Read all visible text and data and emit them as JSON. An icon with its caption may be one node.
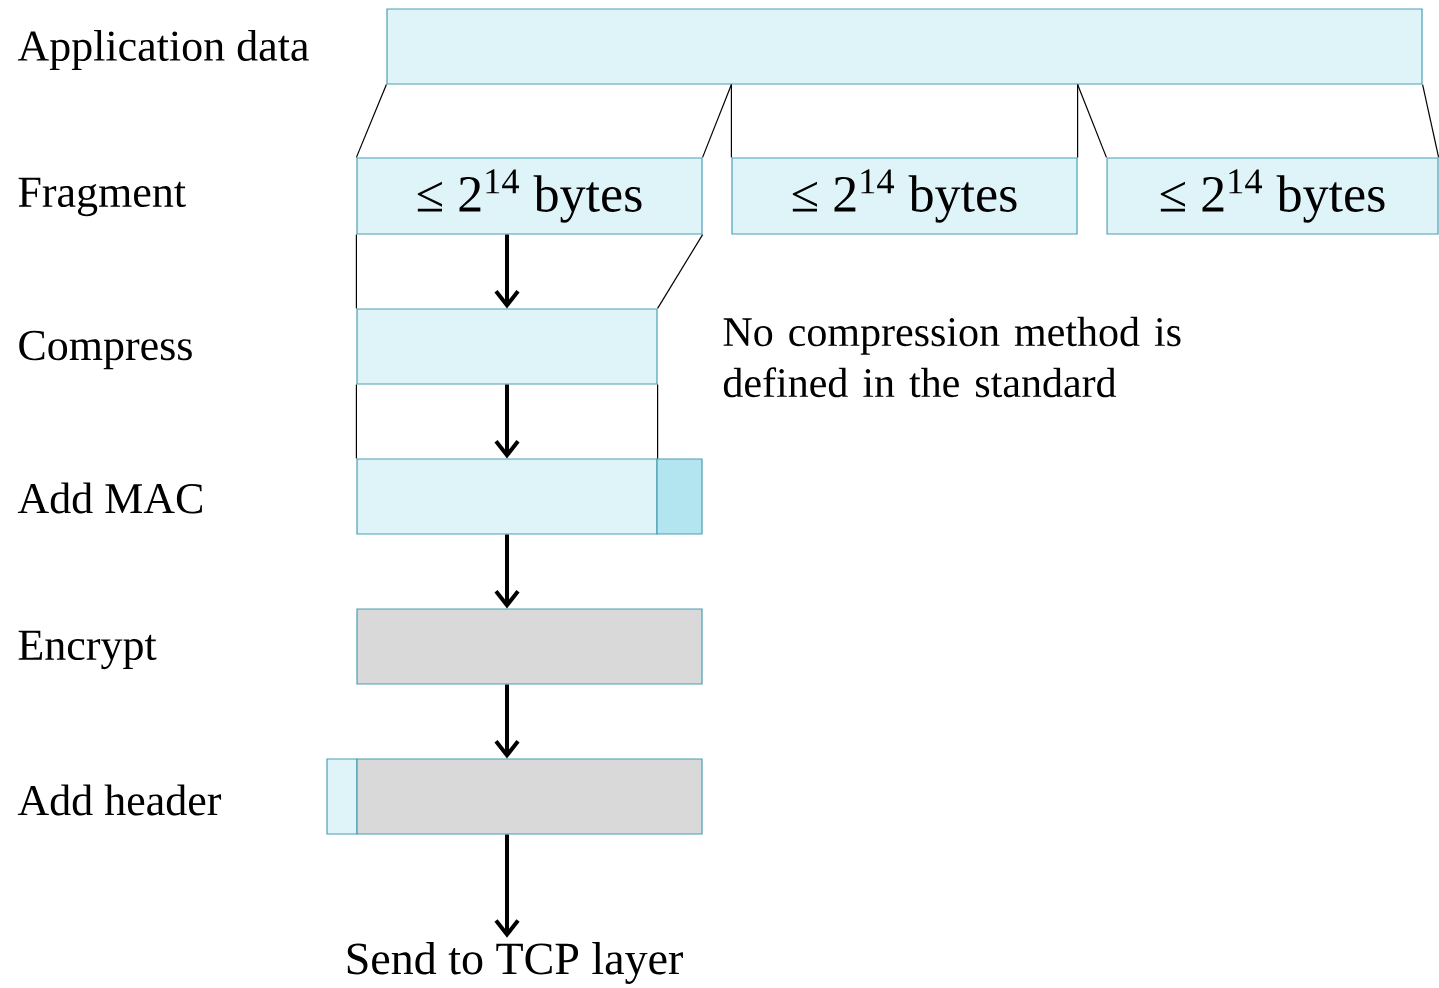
{
  "diagram": {
    "nodes": [
      {
        "text": [],
        "shape": "bar"
      },
      {
        "text": [
          "≤ 2$^{14}$ bytes"
        ]
      },
      {
        "text": [
          "≤ 2$^{14}$ bytes"
        ]
      },
      {
        "text": [
          "≤ 2$^{14}$ bytes"
        ]
      },
      {
        "text": [],
        "shape": "bar"
      },
      {
        "text": [],
        "shape": "bar"
      },
      {
        "text": [],
        "shape": "bar"
      },
      {
        "text": [],
        "shape": "bar"
      },
      {
        "text": [],
        "shape": "bar"
      },
      {
        "text": [],
        "shape": "bar"
      },
      {
        "text": [
          "Send to TCP layer"
        ]
      }
    ],
    "edges": [
      {
        "from": 1,
        "to": 4,
        "arrow": "to",
        "style": "thick"
      },
      {
        "from": 4,
        "to": 5,
        "arrow": "to",
        "style": "thick"
      },
      {
        "from": 5,
        "to": 7,
        "arrow": "to",
        "style": "thick"
      },
      {
        "from": 7,
        "to": 9,
        "arrow": "to",
        "style": "thick"
      },
      {
        "from": 9,
        "to": 10,
        "arrow": "to",
        "style": "thick"
      },
      {
        "from": 0,
        "to": 1,
        "arrow": "none"
      },
      {
        "from": 0,
        "to": 1,
        "arrow": "none"
      },
      {
        "from": 0,
        "to": 2,
        "arrow": "none"
      },
      {
        "from": 0,
        "to": 2,
        "arrow": "none"
      },
      {
        "from": 0,
        "to": 3,
        "arrow": "none"
      },
      {
        "from": 0,
        "to": 3,
        "arrow": "none"
      },
      {
        "from": 1,
        "to": 4,
        "arrow": "none"
      },
      {
        "from": 1,
        "to": 4,
        "arrow": "none"
      },
      {
        "from": 4,
        "to": 5,
        "arrow": "none"
      },
      {
        "from": 4,
        "to": 5,
        "arrow": "none"
      }
    ],
    "labels": [
      "Application data",
      "Fragment",
      "No compression method is defined in the standard",
      "Compress",
      "Add MAC",
      "Encrypt",
      "Add header"
    ]
  }
}
